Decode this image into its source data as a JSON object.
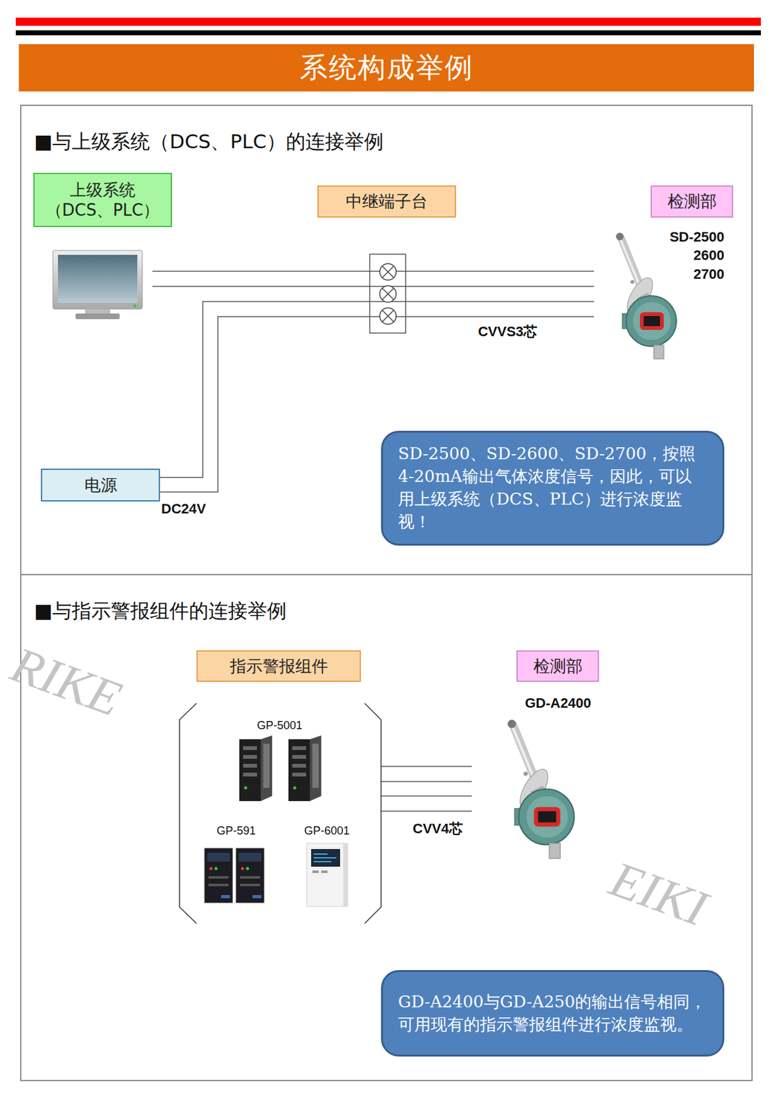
{
  "diagram": {
    "title": "系统构成举例",
    "nodes": [
      {
        "text": [
          "■与上级系统（DCS、PLC）的连接举例"
        ]
      },
      {
        "text": [
          "上级系统 （DCS、PLC）"
        ],
        "in": 0
      },
      {
        "text": [
          "中继端子台"
        ],
        "in": 0
      },
      {
        "text": [
          "检测部"
        ],
        "in": 0
      },
      {
        "text": [
          "电源"
        ],
        "in": 0
      },
      {
        "text": [
          "SD-2500、SD-2600、SD-2700，按照4-20mA输出气体浓度信号，因此，可以用上级系统（DCS、PLC）进行浓度监视！"
        ],
        "in": 0
      },
      {
        "text": [
          "■与指示警报组件的连接举例"
        ]
      },
      {
        "text": [
          "指示警报组件"
        ],
        "in": 6
      },
      {
        "text": [
          "检测部"
        ],
        "in": 6
      },
      {
        "text": [
          "GD-A2400与GD-A250的输出信号相同，可用现有的指示警报组件进行浓度监视。"
        ],
        "in": 6
      }
    ],
    "labels": [
      "SD-2500",
      "2600",
      "2700",
      "CVVS3芯",
      "DC24V",
      "GD-A2400",
      "GP-5001",
      "GP-591",
      "GP-6001",
      "CVV4芯",
      "RIKE",
      "EIKI"
    ]
  }
}
